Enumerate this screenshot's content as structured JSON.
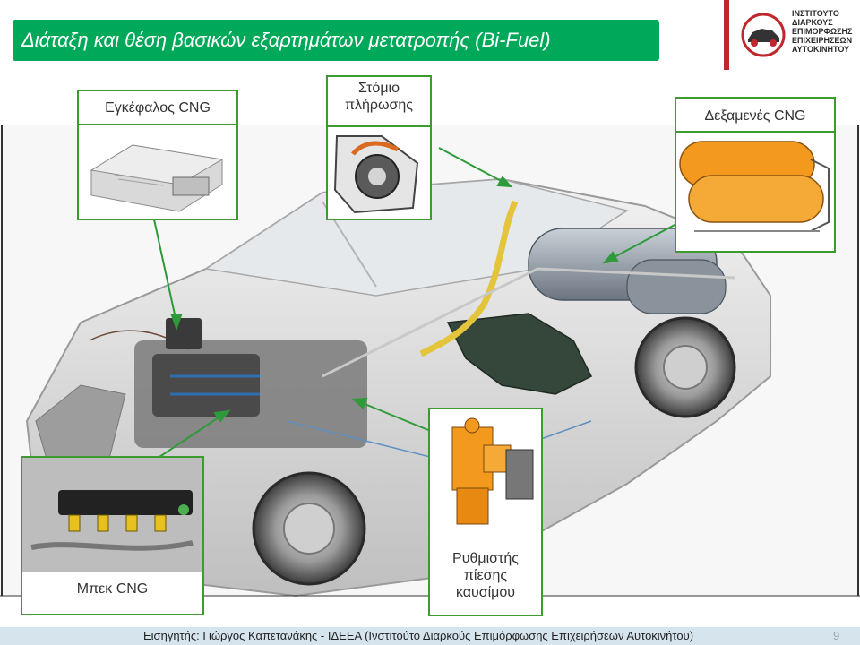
{
  "slide": {
    "title": "Διάταξη και θέση βασικών εξαρτημάτων μετατροπής (Bi-Fuel)",
    "logo_lines": [
      "ΙΝΣΤΙΤΟΥΤΟ",
      "ΔΙΑΡΚΟΥΣ",
      "ΕΠΙΜΟΡΦΩΣΗΣ",
      "ΕΠΙΧΕΙΡΗΣΕΩΝ",
      "ΑΥΤΟΚΙΝΗΤΟΥ"
    ],
    "labels": {
      "ecu": "Εγκέφαλος CNG",
      "filler_line1": "Στόμιο",
      "filler_line2": "πλήρωσης",
      "tanks": "Δεξαμενές CNG",
      "injectors": "Μπεκ CNG",
      "regulator_line1": "Ρυθμιστής",
      "regulator_line2": "πίεσης",
      "regulator_line3": "καυσίμου"
    },
    "footer": "Εισηγητής: Γιώργος Καπετανάκης - ΙΔΕΕΑ (Ινστιτούτο Διαρκούς Επιμόρφωσης Επιχειρήσεων Αυτοκινήτου)",
    "page_number": "9",
    "colors": {
      "title_bg": "#00a859",
      "box_border": "#3c9a2f",
      "arrow": "#2e9a3a",
      "logo_red": "#c0272d",
      "tank_orange": "#f39a1e"
    }
  }
}
